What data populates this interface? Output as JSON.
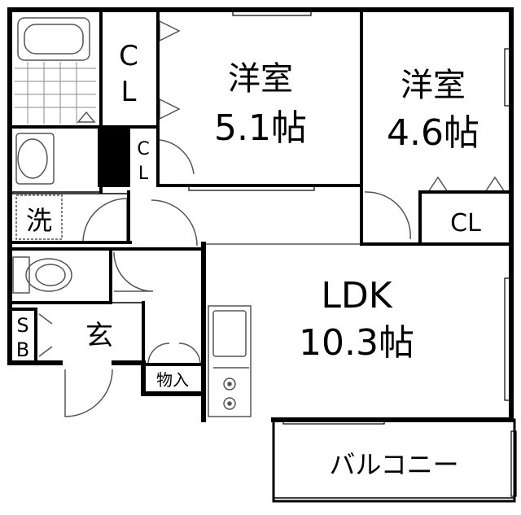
{
  "rooms": {
    "western_room_1": {
      "name": "洋室",
      "size": "5.1帖"
    },
    "western_room_2": {
      "name": "洋室",
      "size": "4.6帖"
    },
    "ldk": {
      "name": "LDK",
      "size": "10.3帖"
    }
  },
  "closets": {
    "cl_top_left": {
      "line1": "C",
      "line2": "L"
    },
    "cl_small": {
      "line1": "C",
      "line2": "L"
    },
    "cl_right": "CL"
  },
  "utility": {
    "washroom": "洗",
    "entrance": "玄",
    "shoe_box": {
      "line1": "S",
      "line2": "B"
    },
    "storage": "物入",
    "balcony": "バルコニー"
  },
  "colors": {
    "wall": "#000000",
    "fixture": "#555555",
    "tile": "#888888",
    "background": "#ffffff"
  }
}
